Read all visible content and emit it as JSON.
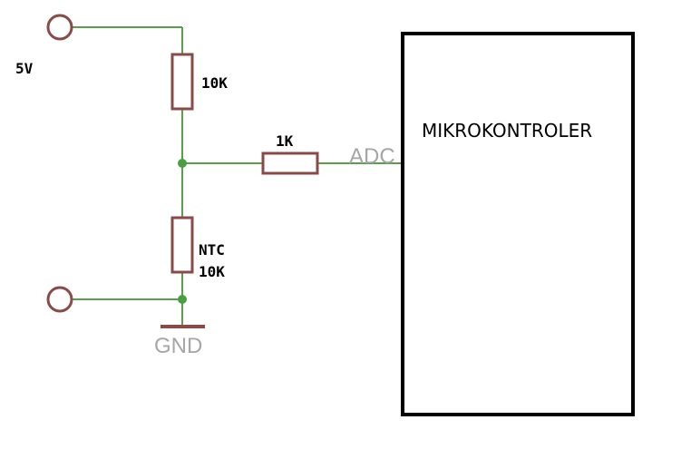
{
  "labels": {
    "supply": "5V",
    "r_top": "10K",
    "r_series": "1K",
    "adc": "ADC",
    "ntc_line1": "NTC",
    "ntc_line2": "10K",
    "ground": "GND",
    "mcu": "MIKROKONTROLER"
  },
  "colors": {
    "wire": "#5a9e4a",
    "component": "#8b4a48",
    "junction": "#4aa040",
    "mcu_border": "#000000",
    "net_label": "#a6a6a6"
  }
}
